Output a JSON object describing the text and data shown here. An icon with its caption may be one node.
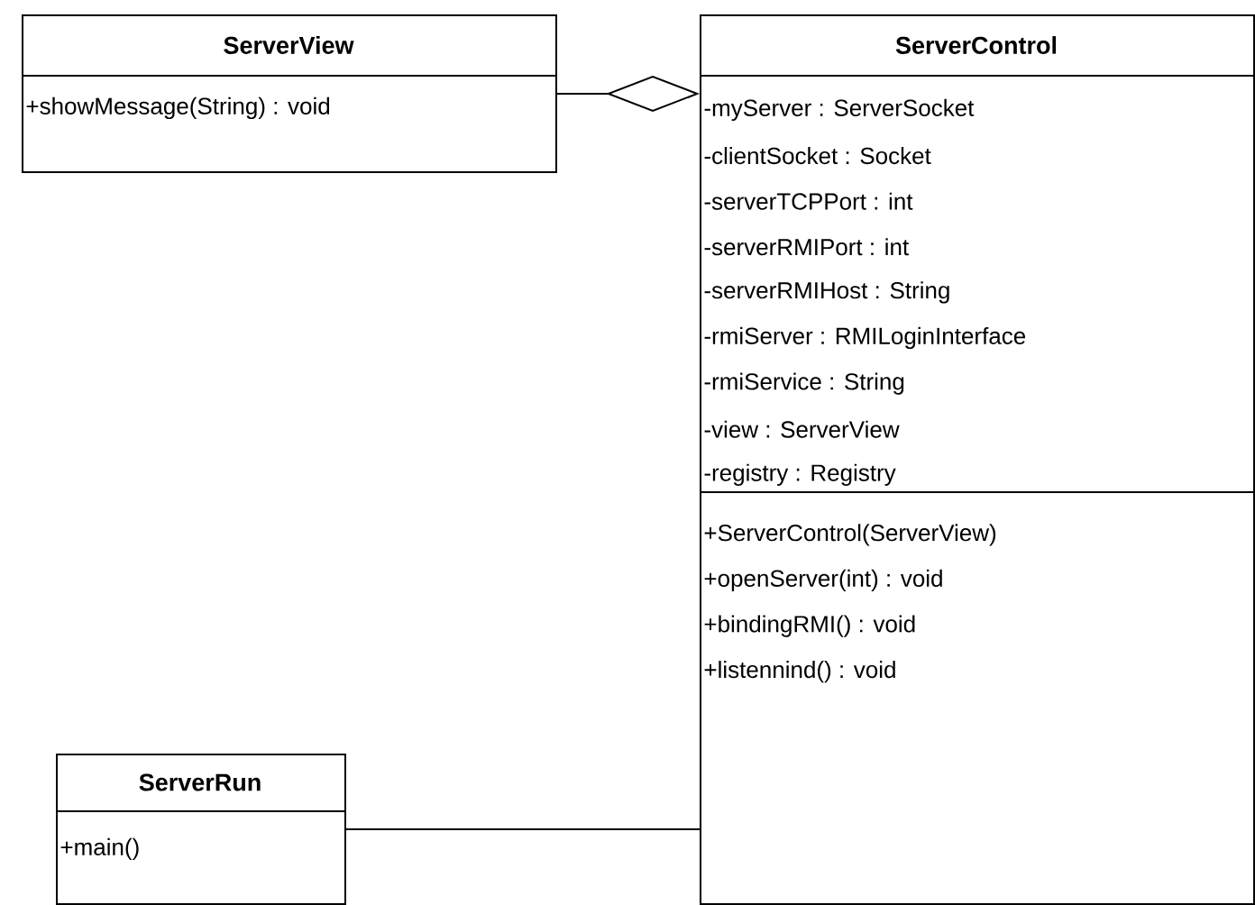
{
  "diagram": {
    "nodes": [
      {
        "text": [
          "ServerView",
          "+showMessage(String) : void"
        ]
      },
      {
        "text": [
          "ServerControl",
          "-myServer : ServerSocket",
          "-clientSocket : Socket",
          "-serverTCPPort : int",
          "-serverRMIPort : int",
          "-serverRMIHost : String",
          "-rmiServer : RMILoginInterface",
          "-rmiService : String",
          "-view : ServerView",
          "-registry : Registry",
          "+ServerControl(ServerView)",
          "+openServer(int) : void",
          "+bindingRMI() : void",
          "+listennind() : void"
        ]
      },
      {
        "text": [
          "ServerRun",
          "+main()"
        ]
      }
    ],
    "edges": [
      {
        "from": 0,
        "to": 1,
        "arrow": "other"
      },
      {
        "from": 2,
        "to": 1,
        "arrow": "none"
      }
    ]
  }
}
